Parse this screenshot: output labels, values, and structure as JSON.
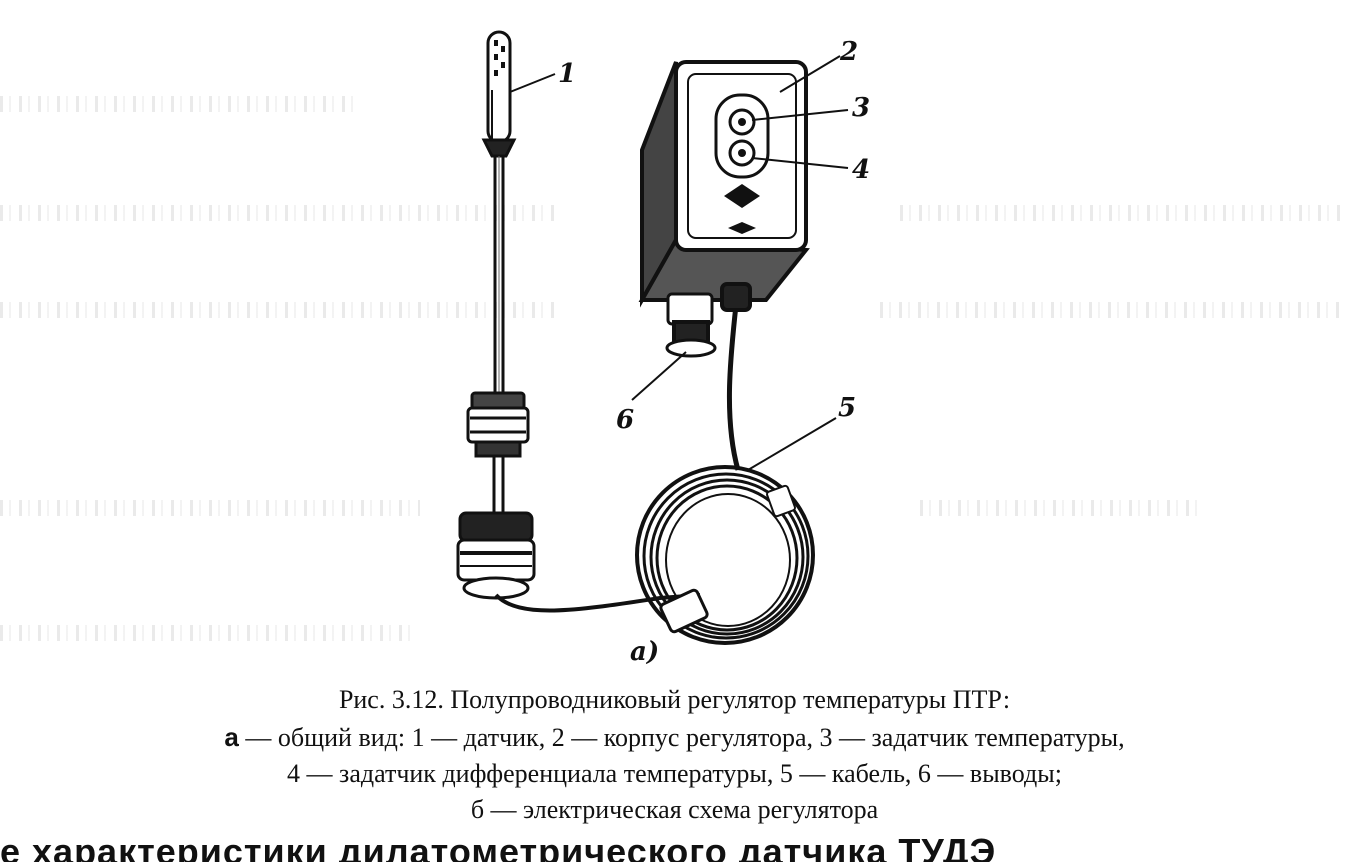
{
  "figure": {
    "callouts": {
      "sensor": "1",
      "housing": "2",
      "temp_setter": "3",
      "diff_setter": "4",
      "cable": "5",
      "leads": "6"
    },
    "subfigure_label": "а)"
  },
  "caption": {
    "title": "Рис. 3.12. Полупроводниковый регулятор температуры ПТР:",
    "line2_label": "а",
    "line2_text": " — общий   вид:   1 — датчик,   2 — корпус регулятора, 3 — задатчик температуры,",
    "line3": "4 — задатчик дифференциала температуры, 5 — кабель, 6 — выводы;",
    "line4": "б — электрическая   схема регулятора"
  },
  "next_section": {
    "heading_partial": "е характеристики дилатометрического датчика ТУДЭ"
  }
}
